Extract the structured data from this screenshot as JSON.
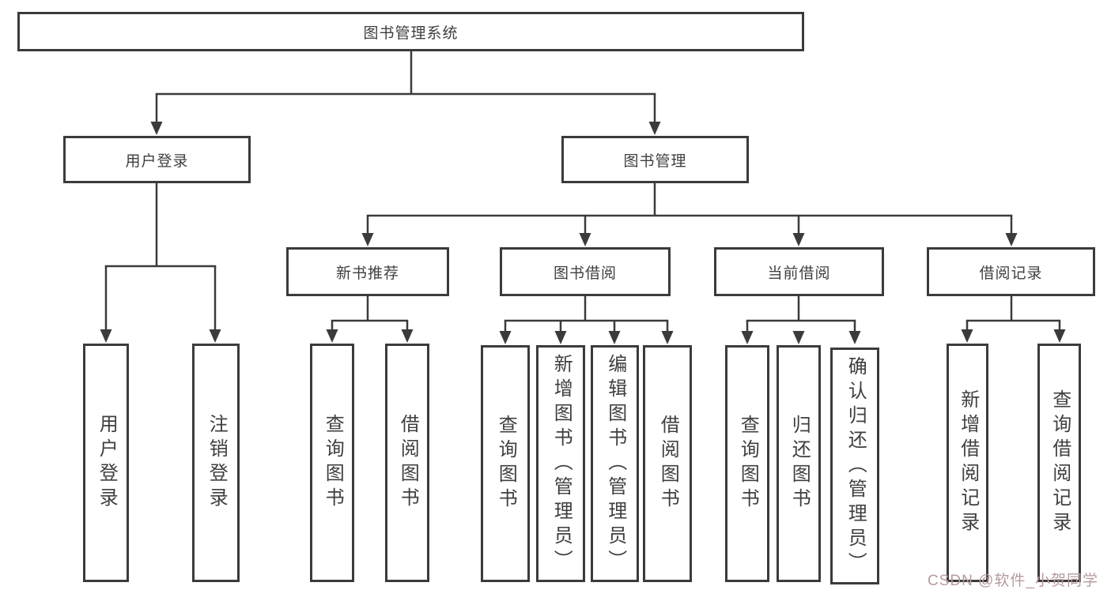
{
  "tree": {
    "label": "图书管理系统",
    "children": [
      {
        "label": "用户登录",
        "children": [
          {
            "label": "用户登录"
          },
          {
            "label": "注销登录"
          }
        ]
      },
      {
        "label": "图书管理",
        "children": [
          {
            "label": "新书推荐",
            "children": [
              {
                "label": "查询图书"
              },
              {
                "label": "借阅图书"
              }
            ]
          },
          {
            "label": "图书借阅",
            "children": [
              {
                "label": "查询图书"
              },
              {
                "label": "新增图书（管理员）"
              },
              {
                "label": "编辑图书（管理员）"
              },
              {
                "label": "借阅图书"
              }
            ]
          },
          {
            "label": "当前借阅",
            "children": [
              {
                "label": "查询图书"
              },
              {
                "label": "归还图书"
              },
              {
                "label": "确认归还（管理员）"
              }
            ]
          },
          {
            "label": "借阅记录",
            "children": [
              {
                "label": "新增借阅记录"
              },
              {
                "label": "查询借阅记录"
              }
            ]
          }
        ]
      }
    ]
  },
  "watermark": {
    "text": "CSDN @软件_小贺同学"
  },
  "colors": {
    "line": "#3b3b3b",
    "text": "#3f3f3f",
    "background": "#ffffff",
    "watermark": "#b79a9d"
  }
}
